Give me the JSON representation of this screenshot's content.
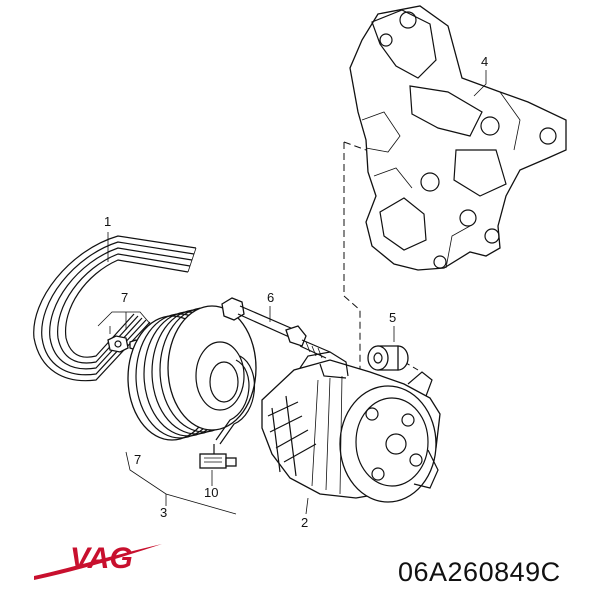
{
  "diagram": {
    "labels": {
      "belt": "1",
      "compressor": "2",
      "clutch": "3",
      "bracket": "4",
      "bushing": "5",
      "bolt": "6",
      "nut_upper": "7",
      "nut_lower": "7",
      "connector": "10"
    }
  },
  "brand": {
    "logo_text": "VAG",
    "logo_color": "#c8102e"
  },
  "part_number": "06A260849C"
}
